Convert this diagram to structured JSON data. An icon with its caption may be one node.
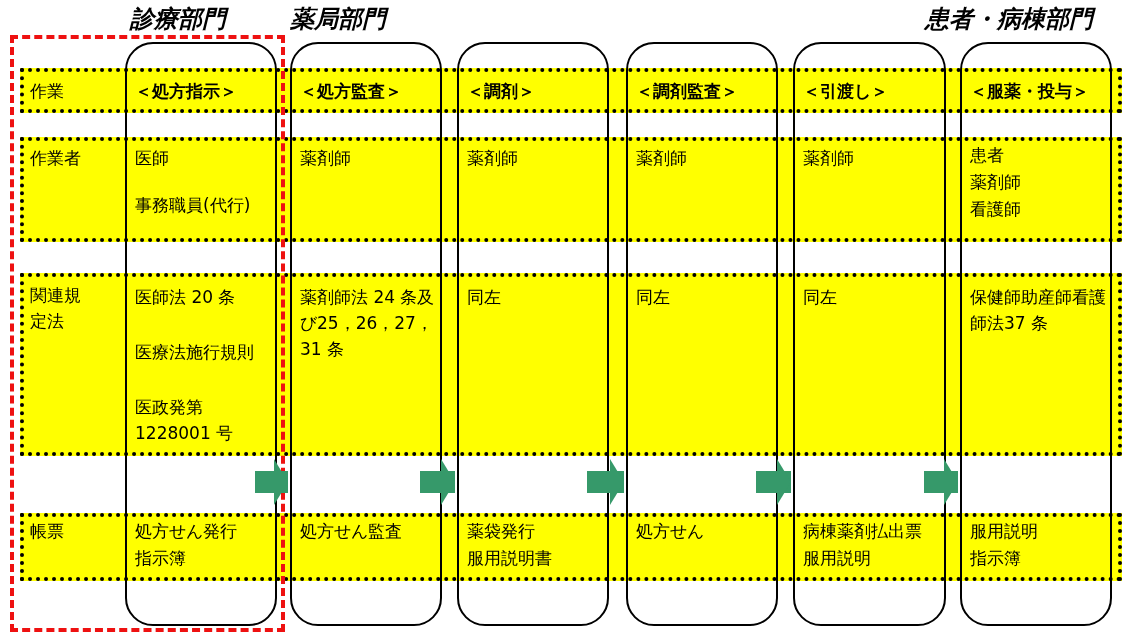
{
  "diagram": {
    "nodes": [
      {
        "text": [
          "診療部門"
        ]
      },
      {
        "text": [
          "＜処方指示＞",
          "医師",
          "事務職員(代行)",
          "医師法 20 条",
          "医療法施行規則",
          "医政発第 1228001 号",
          "処方せん発行",
          "指示簿"
        ],
        "in": 0
      },
      {
        "text": [
          "＜処方監査＞",
          "薬剤師",
          "薬剤師法 24 条及び25，26，27，31 条",
          "処方せん監査"
        ]
      },
      {
        "text": [
          "＜調剤＞",
          "薬剤師",
          "同左",
          "薬袋発行",
          "服用説明書"
        ]
      },
      {
        "text": [
          "＜調剤監査＞",
          "薬剤師",
          "同左",
          "処方せん"
        ]
      },
      {
        "text": [
          "＜引渡し＞",
          "薬剤師",
          "同左",
          "病棟薬剤払出票",
          "服用説明"
        ]
      },
      {
        "text": [
          "＜服薬・投与＞",
          "患者",
          "薬剤師",
          "看護師",
          "保健師助産師看護師法37 条",
          "服用説明",
          "指示簿"
        ]
      }
    ],
    "edges": [
      {
        "from": 1,
        "to": 2,
        "arrow": "to"
      },
      {
        "from": 2,
        "to": 3,
        "arrow": "to"
      },
      {
        "from": 3,
        "to": 4,
        "arrow": "to"
      },
      {
        "from": 4,
        "to": 5,
        "arrow": "to"
      },
      {
        "from": 5,
        "to": 6,
        "arrow": "to"
      }
    ],
    "labels": [
      "薬局部門",
      "患者・病棟部門",
      "作業",
      "作業者",
      "関連規定法",
      "帳票"
    ]
  }
}
